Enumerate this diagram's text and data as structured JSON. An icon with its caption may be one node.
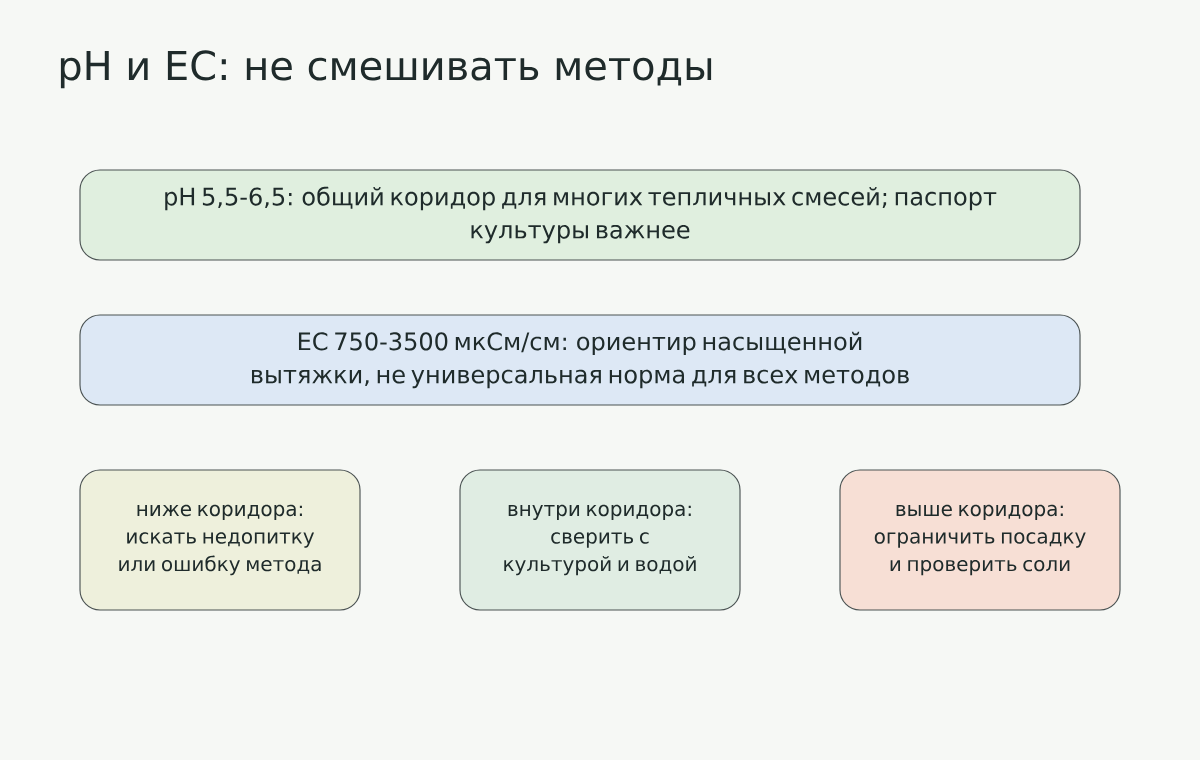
{
  "diagram": {
    "title": "pH и EC: не смешивать методы",
    "nodes": [
      {
        "text": [
          "pH 5,5-6,5: общий коридор для многих тепличных смесей; паспорт культуры важнее"
        ]
      },
      {
        "text": [
          "EC 750-3500 мкСм/см: ориентир насыщенной вытяжки, не универсальная норма для всех методов"
        ]
      },
      {
        "text": [
          "ниже коридора: искать недопитку или ошибку метода"
        ]
      },
      {
        "text": [
          "внутри коридора: сверить с культурой и водой"
        ]
      },
      {
        "text": [
          "выше коридора: ограничить посадку и проверить соли"
        ]
      }
    ]
  }
}
